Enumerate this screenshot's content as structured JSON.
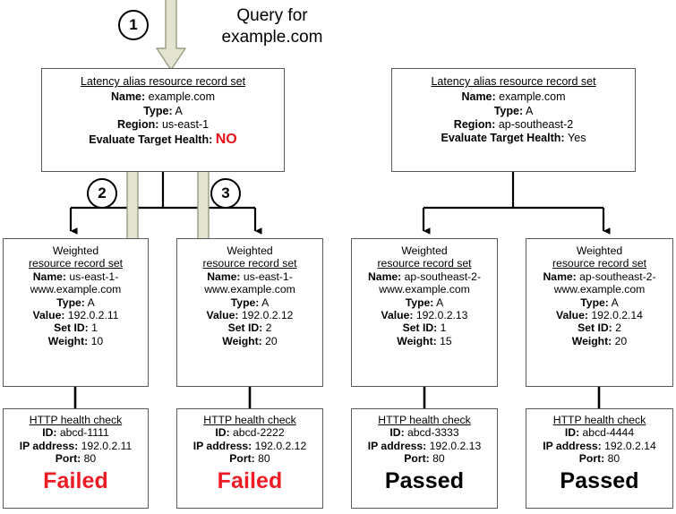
{
  "diagram": {
    "title_note": "Route 53 latency alias with weighted records and health checks",
    "query_label": "Query for\nexample.com",
    "query_label_line1": "Query for",
    "query_label_line2": "example.com",
    "steps": [
      {
        "id": "step-1",
        "number": "1"
      },
      {
        "id": "step-2",
        "number": "2"
      },
      {
        "id": "step-3",
        "number": "3"
      }
    ],
    "colors": {
      "arrow_fill": "#e2e3d0",
      "arrow_stroke": "#9a9b82",
      "box_border": "#595959",
      "failed_red": "#ed1c24",
      "no_red": "#e8131a",
      "connector": "#000000"
    }
  },
  "latency_records": [
    {
      "title": "Latency alias resource record set",
      "name_label": "Name:",
      "name_value": "example.com",
      "type_label": "Type:",
      "type_value": "A",
      "region_label": "Region:",
      "region_value": "us-east-1",
      "eth_label": "Evaluate Target Health:",
      "eth_value": "NO",
      "eth_state": "no"
    },
    {
      "title": "Latency alias resource record set",
      "name_label": "Name:",
      "name_value": "example.com",
      "type_label": "Type:",
      "type_value": "A",
      "region_label": "Region:",
      "region_value": "ap-southeast-2",
      "eth_label": "Evaluate Target Health:",
      "eth_value": "Yes",
      "eth_state": "yes"
    }
  ],
  "weighted_records": [
    {
      "title_line1": "Weighted",
      "title_line2": "resource record set",
      "name_label": "Name:",
      "name_value_line1": "us-east-1-",
      "name_value_line2": "www.example.com",
      "type_label": "Type:",
      "type_value": "A",
      "value_label": "Value:",
      "value_value": "192.0.2.11",
      "setid_label": "Set ID:",
      "setid_value": "1",
      "weight_label": "Weight:",
      "weight_value": "10"
    },
    {
      "title_line1": "Weighted",
      "title_line2": "resource record set",
      "name_label": "Name:",
      "name_value_line1": "us-east-1-",
      "name_value_line2": "www.example.com",
      "type_label": "Type:",
      "type_value": "A",
      "value_label": "Value:",
      "value_value": "192.0.2.12",
      "setid_label": "Set ID:",
      "setid_value": "2",
      "weight_label": "Weight:",
      "weight_value": "20"
    },
    {
      "title_line1": "Weighted",
      "title_line2": "resource record set",
      "name_label": "Name:",
      "name_value_line1": "ap-southeast-2-",
      "name_value_line2": "www.example.com",
      "type_label": "Type:",
      "type_value": "A",
      "value_label": "Value:",
      "value_value": "192.0.2.13",
      "setid_label": "Set ID:",
      "setid_value": "1",
      "weight_label": "Weight:",
      "weight_value": "15"
    },
    {
      "title_line1": "Weighted",
      "title_line2": "resource record set",
      "name_label": "Name:",
      "name_value_line1": "ap-southeast-2-",
      "name_value_line2": "www.example.com",
      "type_label": "Type:",
      "type_value": "A",
      "value_label": "Value:",
      "value_value": "192.0.2.14",
      "setid_label": "Set ID:",
      "setid_value": "2",
      "weight_label": "Weight:",
      "weight_value": "20"
    }
  ],
  "health_checks": [
    {
      "title": "HTTP health check",
      "id_label": "ID:",
      "id_value": "abcd-1111",
      "ip_label": "IP address:",
      "ip_value": "192.0.2.11",
      "port_label": "Port:",
      "port_value": "80",
      "status": "Failed",
      "status_state": "fail"
    },
    {
      "title": "HTTP health check",
      "id_label": "ID:",
      "id_value": "abcd-2222",
      "ip_label": "IP address:",
      "ip_value": "192.0.2.12",
      "port_label": "Port:",
      "port_value": "80",
      "status": "Failed",
      "status_state": "fail"
    },
    {
      "title": "HTTP health check",
      "id_label": "ID:",
      "id_value": "abcd-3333",
      "ip_label": "IP address:",
      "ip_value": "192.0.2.13",
      "port_label": "Port:",
      "port_value": "80",
      "status": "Passed",
      "status_state": "pass"
    },
    {
      "title": "HTTP health check",
      "id_label": "ID:",
      "id_value": "abcd-4444",
      "ip_label": "IP address:",
      "ip_value": "192.0.2.14",
      "port_label": "Port:",
      "port_value": "80",
      "status": "Passed",
      "status_state": "pass"
    }
  ]
}
